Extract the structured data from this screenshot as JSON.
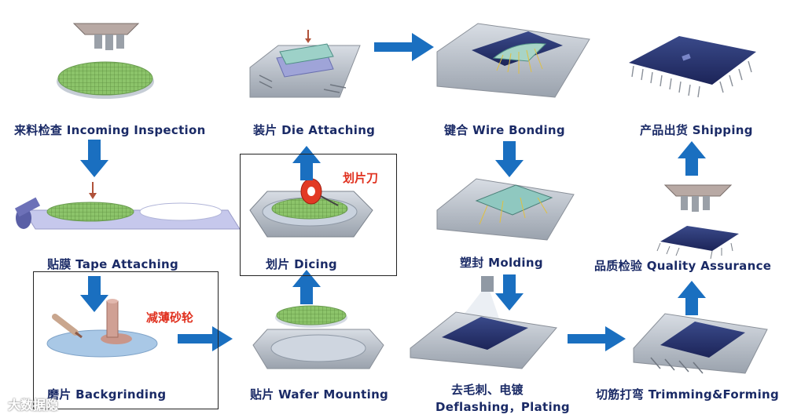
{
  "steps": {
    "incoming": "来料检查 Incoming Inspection",
    "tape": "贴膜 Tape Attaching",
    "backgrinding": "磨片 Backgrinding",
    "wafer_mounting": "贴片 Wafer Mounting",
    "dicing": "划片 Dicing",
    "die_attaching": "装片 Die Attaching",
    "wire_bonding": "键合 Wire Bonding",
    "molding": "塑封 Molding",
    "deflash_cn": "去毛刺、电镀",
    "deflash_en": "Deflashing，Plating",
    "trimming": "切筋打弯 Trimming&Forming",
    "qa": "品质检验 Quality Assurance",
    "shipping": "产品出货 Shipping"
  },
  "annotations": {
    "grinding_wheel": "减薄砂轮",
    "dicing_blade": "划片刀"
  },
  "watermark": "大数据隐"
}
